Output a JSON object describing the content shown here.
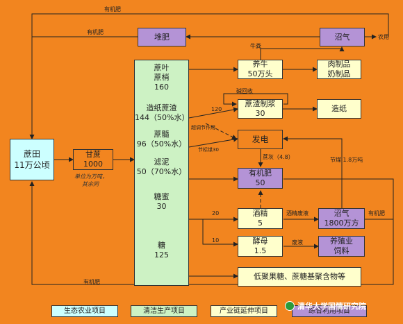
{
  "nodes": {
    "duifei": "堆肥",
    "zhaoqi_top": "沼气",
    "yangniu": [
      "养牛",
      "50万头"
    ],
    "rouzhipin": [
      "肉制品",
      "奶制品"
    ],
    "zhazhijiang": [
      "蔗渣制浆",
      "30"
    ],
    "zaozhi": "造纸",
    "fadian": "发电",
    "youjifei_mid": [
      "有机肥",
      "50"
    ],
    "jiujing": [
      "酒精",
      "5"
    ],
    "zhaoqi_mid": [
      "沼气",
      "1800万方"
    ],
    "jiaomu": [
      "酵母",
      "1.5"
    ],
    "yangzhi": [
      "养殖业",
      "饲料"
    ],
    "dijuguotang": "低聚果糖、蔗糖基聚含物等",
    "zhetian": [
      "蔗田",
      "11万公顷"
    ],
    "ganzhe": [
      "甘蔗",
      "1000"
    ]
  },
  "sugar_column": {
    "zheye": [
      "蔗叶",
      "蔗梢",
      "160"
    ],
    "zaozhi_zhezha": [
      "造纸蔗渣",
      "144（50%水）"
    ],
    "zhesui": [
      "蔗髓",
      "96（50%水）"
    ],
    "lvni": [
      "滤泥",
      "50（70%水）"
    ],
    "tangmi": [
      "糖蜜",
      "30"
    ],
    "tang": [
      "糖",
      "125"
    ]
  },
  "labels": {
    "youjifei_top1": "有机肥",
    "youjifei_top2": "有机肥",
    "nongyong": "农用",
    "niufen": "牛粪",
    "jianhuishou": "碱回收",
    "n120": "120",
    "chaoliang": "超调节作用",
    "jiegmei": "节标煤30",
    "zhehui": "蔗灰（4.8）",
    "jiemei18": "节煤 1.8万吨",
    "danwei": [
      "单位为万吨，",
      "其余同"
    ],
    "n20": "20",
    "jiujingfeiye": "酒精废液",
    "youjifei_right": "有机肥",
    "n10": "10",
    "feiye": "废液",
    "youjifei_bottom": "有机肥"
  },
  "legend": {
    "eco": "生态农业项目",
    "clean": "清洁生产项目",
    "industry": "产业链延伸项目",
    "comprehensive": "综合利用项目"
  },
  "watermark": "清华大学国情研究院",
  "colors": {
    "background": "#f2851f",
    "eco": "#ccffff",
    "clean": "#cdf2c4",
    "industry": "#ffffcc",
    "comprehensive": "#b493d6"
  }
}
